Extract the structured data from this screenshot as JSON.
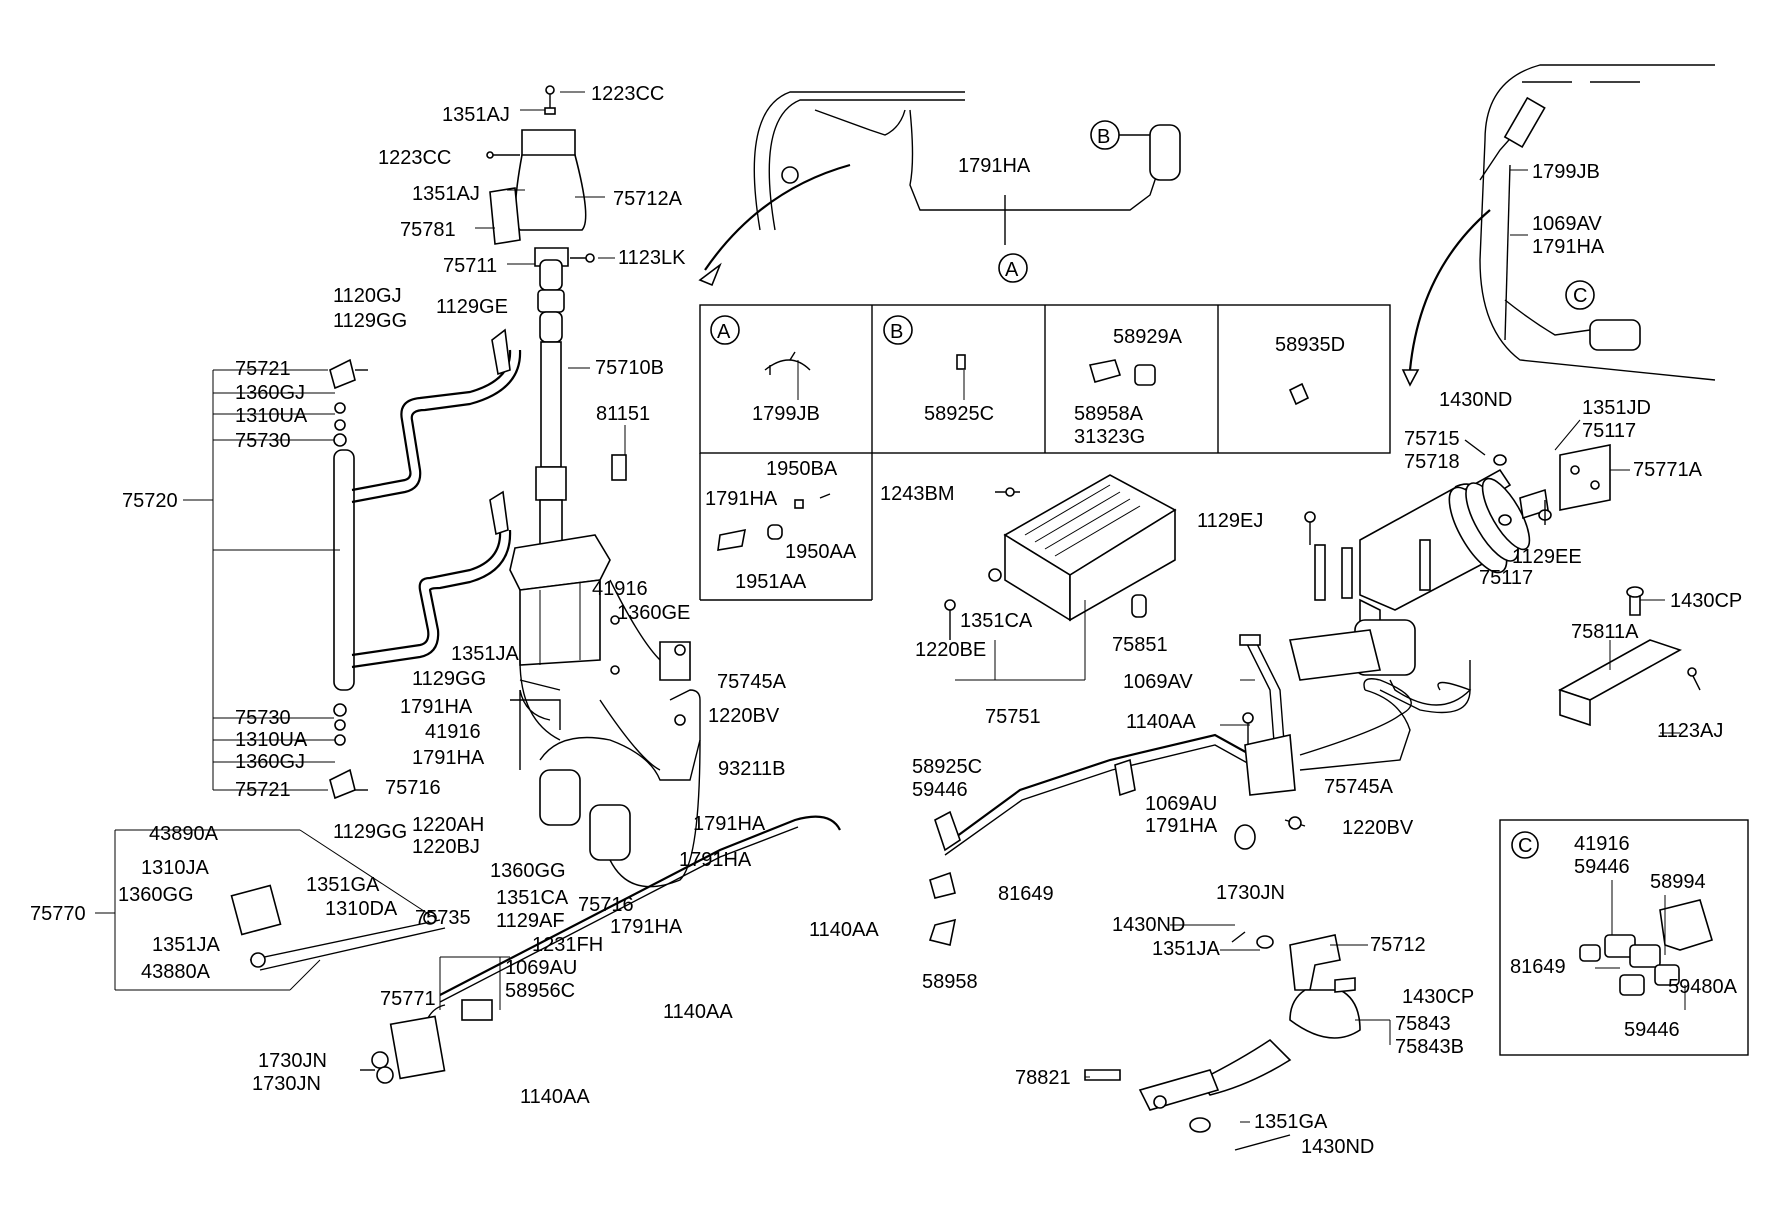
{
  "labels": {
    "l1351AJ_top": "1351AJ",
    "l1223CC_top": "1223CC",
    "l1223CC_mid": "1223CC",
    "l1351AJ_mid": "1351AJ",
    "l75712A": "75712A",
    "l75781": "75781",
    "l75711": "75711",
    "l1123LK": "1123LK",
    "l1120GJ": "1120GJ",
    "l1129GG_a": "1129GG",
    "l1129GE": "1129GE",
    "l75721_a": "75721",
    "l1360GJ_a": "1360GJ",
    "l1310UA_a": "1310UA",
    "l75730_a": "75730",
    "l75720": "75720",
    "l75710B": "75710B",
    "l81151": "81151",
    "l41916_a": "41916",
    "l1360GE": "1360GE",
    "l1351JA_a": "1351JA",
    "l1129GG_b": "1129GG",
    "l75745A_a": "75745A",
    "l1791HA_a": "1791HA",
    "l1220BV_a": "1220BV",
    "l41916_b": "41916",
    "l1791HA_b": "1791HA",
    "l93211B": "93211B",
    "l75716_a": "75716",
    "l75730_b": "75730",
    "l1310UA_b": "1310UA",
    "l1360GJ_b": "1360GJ",
    "l75721_b": "75721",
    "l1129GG_c": "1129GG",
    "l1220AH": "1220AH",
    "l1220BJ": "1220BJ",
    "l1791HA_c": "1791HA",
    "l1360GG_a": "1360GG",
    "l1791HA_d": "1791HA",
    "l75716_b": "75716",
    "l43890A": "43890A",
    "l1310JA": "1310JA",
    "l1360GG_b": "1360GG",
    "l1351GA_a": "1351GA",
    "l1310DA": "1310DA",
    "l1351CA_a": "1351CA",
    "l1129AF": "1129AF",
    "l75770": "75770",
    "l1351JA_b": "1351JA",
    "l43880A": "43880A",
    "l75735": "75735",
    "l1231FH": "1231FH",
    "l1791HA_e": "1791HA",
    "l1140AA_a": "1140AA",
    "l1069AU_a": "1069AU",
    "l58956C": "58956C",
    "l75771": "75771",
    "l1140AA_b": "1140AA",
    "l1730JN_a": "1730JN",
    "l1730JN_b": "1730JN",
    "l1140AA_c": "1140AA",
    "l1791HA_top": "1791HA",
    "circleA_top": "A",
    "circleB_top": "B",
    "boxA_letter": "A",
    "boxA_part": "1799JB",
    "boxB_letter": "B",
    "boxB_part": "58925C",
    "box3_p1": "58929A",
    "box3_p2": "58958A",
    "box3_p3": "31323G",
    "box4_p1": "58935D",
    "box5_p1": "1950BA",
    "box5_p2": "1791HA",
    "box5_p3": "1950AA",
    "box5_p4": "1951AA",
    "l1243BM": "1243BM",
    "l1351CA_b": "1351CA",
    "l1220BE": "1220BE",
    "l75851": "75851",
    "l75751": "75751",
    "l1069AV_a": "1069AV",
    "l1140AA_d": "1140AA",
    "l58925C": "58925C",
    "l59446_a": "59446",
    "l1069AU_b": "1069AU",
    "l1791HA_f": "1791HA",
    "l75745A_b": "75745A",
    "l1220BV_b": "1220BV",
    "l81649_a": "81649",
    "l58958": "58958",
    "l1730JN_c": "1730JN",
    "l1430ND_a": "1430ND",
    "l1351JA_c": "1351JA",
    "l75712": "75712",
    "l1430CP_a": "1430CP",
    "l75843": "75843",
    "l75843B": "75843B",
    "l78821": "78821",
    "l1351GA_b": "1351GA",
    "l1430ND_b": "1430ND",
    "l1799JB": "1799JB",
    "l1069AV_b": "1069AV",
    "l1791HA_g": "1791HA",
    "circleC_top": "C",
    "l1430ND_c": "1430ND",
    "l1351JD": "1351JD",
    "l75117_a": "75117",
    "l75715": "75715",
    "l75718": "75718",
    "l75771A": "75771A",
    "l1129EJ": "1129EJ",
    "l1129EE": "1129EE",
    "l75117_b": "75117",
    "l1430CP_b": "1430CP",
    "l75811A": "75811A",
    "l1123AJ": "1123AJ",
    "boxC_letter": "C",
    "boxC_41916": "41916",
    "boxC_59446_a": "59446",
    "boxC_58994": "58994",
    "boxC_81649": "81649",
    "boxC_59480A": "59480A",
    "boxC_59446_b": "59446"
  }
}
